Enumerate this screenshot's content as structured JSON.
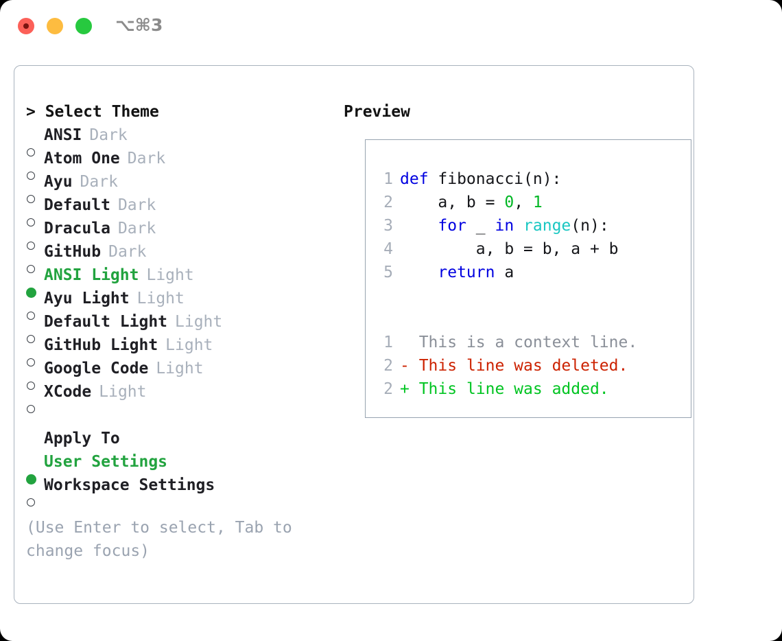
{
  "window": {
    "traffic_lights": [
      "close-red",
      "minimize-yellow",
      "maximize-green"
    ],
    "shortcut": "⌥⌘3"
  },
  "theme_selector": {
    "heading": "> Select Theme",
    "items": [
      {
        "marker": "○",
        "label": "ANSI",
        "variant": "Dark",
        "selected": false
      },
      {
        "marker": "○",
        "label": "Atom One",
        "variant": "Dark",
        "selected": false
      },
      {
        "marker": "○",
        "label": "Ayu",
        "variant": "Dark",
        "selected": false
      },
      {
        "marker": "○",
        "label": "Default",
        "variant": "Dark",
        "selected": false
      },
      {
        "marker": "○",
        "label": "Dracula",
        "variant": "Dark",
        "selected": false
      },
      {
        "marker": "○",
        "label": "GitHub",
        "variant": "Dark",
        "selected": false
      },
      {
        "marker": "●",
        "label": "ANSI Light",
        "variant": "Light",
        "selected": true
      },
      {
        "marker": "○",
        "label": "Ayu Light",
        "variant": "Light",
        "selected": false
      },
      {
        "marker": "○",
        "label": "Default Light",
        "variant": "Light",
        "selected": false
      },
      {
        "marker": "○",
        "label": "GitHub Light",
        "variant": "Light",
        "selected": false
      },
      {
        "marker": "○",
        "label": "Google Code",
        "variant": "Light",
        "selected": false
      },
      {
        "marker": "○",
        "label": "XCode",
        "variant": "Light",
        "selected": false
      }
    ]
  },
  "apply_to": {
    "heading": "Apply To",
    "items": [
      {
        "marker": "●",
        "label": "User Settings",
        "selected": true
      },
      {
        "marker": "○",
        "label": "Workspace Settings",
        "selected": false
      }
    ]
  },
  "hint": "(Use Enter to select, Tab to change focus)",
  "preview": {
    "heading": "Preview",
    "code_lines": [
      {
        "num": "1",
        "tokens": [
          {
            "text": "def",
            "kind": "keyword"
          },
          {
            "text": " fibonacci(n):",
            "kind": "identifier"
          }
        ]
      },
      {
        "num": "2",
        "tokens": [
          {
            "text": "    a, b = ",
            "kind": "identifier"
          },
          {
            "text": "0",
            "kind": "number"
          },
          {
            "text": ", ",
            "kind": "identifier"
          },
          {
            "text": "1",
            "kind": "number"
          }
        ]
      },
      {
        "num": "3",
        "tokens": [
          {
            "text": "    ",
            "kind": "identifier"
          },
          {
            "text": "for",
            "kind": "keyword"
          },
          {
            "text": " _ ",
            "kind": "identifier"
          },
          {
            "text": "in",
            "kind": "keyword"
          },
          {
            "text": " ",
            "kind": "identifier"
          },
          {
            "text": "range",
            "kind": "function"
          },
          {
            "text": "(n):",
            "kind": "identifier"
          }
        ]
      },
      {
        "num": "4",
        "tokens": [
          {
            "text": "        a, b = b, a + b",
            "kind": "identifier"
          }
        ]
      },
      {
        "num": "5",
        "tokens": [
          {
            "text": "    ",
            "kind": "identifier"
          },
          {
            "text": "return",
            "kind": "keyword"
          },
          {
            "text": " a",
            "kind": "identifier"
          }
        ]
      }
    ],
    "diff_lines": [
      {
        "num": "1",
        "marker": " ",
        "text": "This is a context line.",
        "kind": "context"
      },
      {
        "num": "2",
        "marker": "-",
        "text": "This line was deleted.",
        "kind": "deleted"
      },
      {
        "num": "2",
        "marker": "+",
        "text": "This line was added.",
        "kind": "added"
      }
    ]
  },
  "colors": {
    "accent_green": "#22a33f",
    "keyword_blue": "#0000e0",
    "number_green": "#00b624",
    "function_cyan": "#1ac7c2",
    "diff_deleted": "#cc2200",
    "diff_added": "#00c421",
    "muted_gray": "#a8b0bb",
    "border_gray": "#a8b2bd"
  }
}
